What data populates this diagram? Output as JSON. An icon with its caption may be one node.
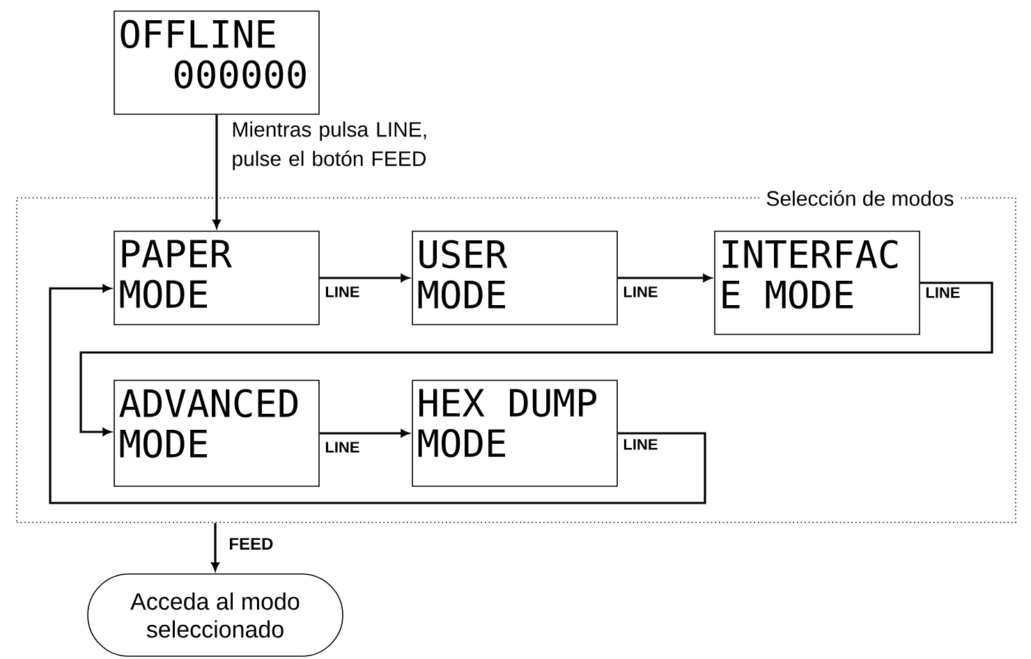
{
  "diagram": {
    "nodes": [
      {
        "text": [
          "OFFLINE",
          "000000"
        ]
      },
      {
        "text": [
          "Selección de modos"
        ]
      },
      {
        "text": [
          "PAPER MODE"
        ],
        "in": 1
      },
      {
        "text": [
          "USER MODE"
        ],
        "in": 1
      },
      {
        "text": [
          "INTERFAC E MODE"
        ],
        "in": 1
      },
      {
        "text": [
          "ADVANCED MODE"
        ],
        "in": 1
      },
      {
        "text": [
          "HEX DUMP MODE"
        ],
        "in": 1
      },
      {
        "text": [
          "Acceda al modo seleccionado"
        ]
      }
    ],
    "edges": [
      {
        "from": 0,
        "to": 2,
        "arrow": "to",
        "label": "Mientras pulsa LINE, pulse el botón FEED"
      },
      {
        "from": 2,
        "to": 3,
        "arrow": "to",
        "label": "LINE"
      },
      {
        "from": 3,
        "to": 4,
        "arrow": "to",
        "label": "LINE"
      },
      {
        "from": 4,
        "to": 5,
        "arrow": "to",
        "label": "LINE"
      },
      {
        "from": 5,
        "to": 6,
        "arrow": "to",
        "label": "LINE"
      },
      {
        "from": 6,
        "to": 2,
        "arrow": "to",
        "label": "LINE"
      },
      {
        "from": 1,
        "to": 7,
        "arrow": "to",
        "label": "FEED"
      }
    ]
  }
}
